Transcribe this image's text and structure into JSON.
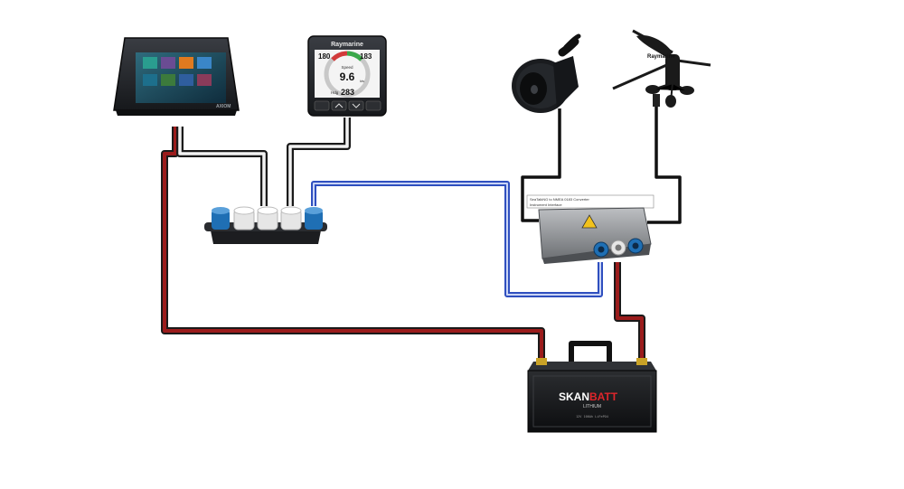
{
  "colors": {
    "background": "#ffffff",
    "device_body": "#1c1e22",
    "power_red": "#9b1c1c",
    "data_blue": "#3a5bd0",
    "network_white": "#f2f2f2",
    "backbone_blue": "#1f6fb4",
    "battery_brand_red": "#e0262b"
  },
  "mfd": {
    "brand": "AXIOM",
    "tiles": [
      "chart-icon",
      "sonar-icon",
      "radar-icon",
      "camera-icon",
      "apps-icon",
      "settings-icon",
      "autopilot-icon",
      "fishfinder-icon"
    ]
  },
  "instrument": {
    "brand": "Raymarine",
    "top_left_value": "180",
    "top_right_value": "183",
    "center_label": "Speed",
    "center_value": "9.6",
    "center_unit": "kts",
    "bottom_label": "Hdg",
    "bottom_value": "283"
  },
  "converter": {
    "label_line1": "SeaTalkNG to NMEA 0183 Converter",
    "label_line2": "Instrument Interface"
  },
  "battery": {
    "brand_part1": "SKAN",
    "brand_part2": "BATT",
    "subtitle": "LITHIUM",
    "spec_line": "12V 100Ah LiFePO4"
  },
  "wind_sensor": {
    "brand": "Raymarine"
  },
  "icons": {
    "transducer": "transducer-icon",
    "wind_vane": "wind-vane-icon",
    "backbone": "backbone-connector-icon",
    "battery": "battery-icon",
    "converter": "converter-box-icon"
  }
}
